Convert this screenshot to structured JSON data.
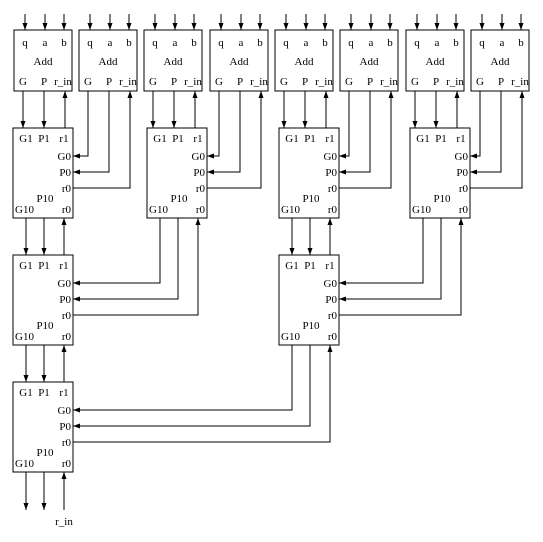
{
  "adder": {
    "inputs": [
      "q",
      "a",
      "b"
    ],
    "name": "Add",
    "outputs": [
      "G",
      "P",
      "r_in"
    ]
  },
  "block": {
    "top": [
      "G1",
      "P1",
      "r1"
    ],
    "g0": "G0",
    "p0": "P0",
    "r0": "r0",
    "g10": "G10",
    "p10": "P10",
    "r0_out": "r0"
  },
  "bottom_label": "r_in",
  "counts": {
    "adders": 8,
    "level1_blocks": 4,
    "level2_blocks": 2,
    "level3_blocks": 1
  }
}
